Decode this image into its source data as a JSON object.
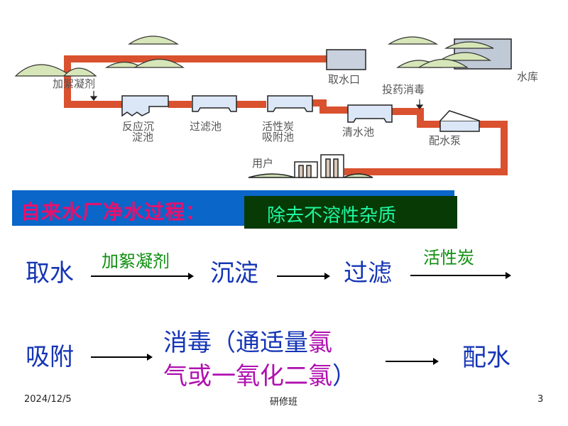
{
  "diagram": {
    "labels": {
      "intake": "取水口",
      "reservoir": "水库",
      "coagulant": "加絮凝剂",
      "sedimentation": "反应沉\n淀池",
      "sedimentation_l1": "反应沉",
      "sedimentation_l2": "淀池",
      "filter": "过滤池",
      "carbon_l1": "活性炭",
      "carbon_l2": "吸附池",
      "clear": "清水池",
      "disinfect": "投药消毒",
      "pump": "配水泵",
      "users": "用户"
    },
    "colors": {
      "pipe": "#d9512f",
      "tank": "#dbe6f6",
      "hill": "#d7e6b8"
    }
  },
  "banner": {
    "title": "自来水厂净水过程：",
    "highlight": "除去不溶性杂质",
    "colors": {
      "bg": "#0a66c8",
      "title": "#e8106e",
      "box": "#073a05",
      "highlight": "#1ef7a0"
    }
  },
  "flow": {
    "row1": {
      "step1": "取水",
      "arrow1_label": "加絮凝剂",
      "step2": "沉淀",
      "step3": "过滤",
      "arrow3_label": "活性炭"
    },
    "row2": {
      "step4": "吸附",
      "disinfect_line1_blue": "消毒（通适量",
      "disinfect_line1_magenta": "氯",
      "disinfect_line2_magenta": "气或一氧化二氯",
      "disinfect_line2_blue": "）",
      "step6": "配水"
    }
  },
  "footer": {
    "date": "2024/12/5",
    "center": "研修班",
    "page": "3"
  }
}
